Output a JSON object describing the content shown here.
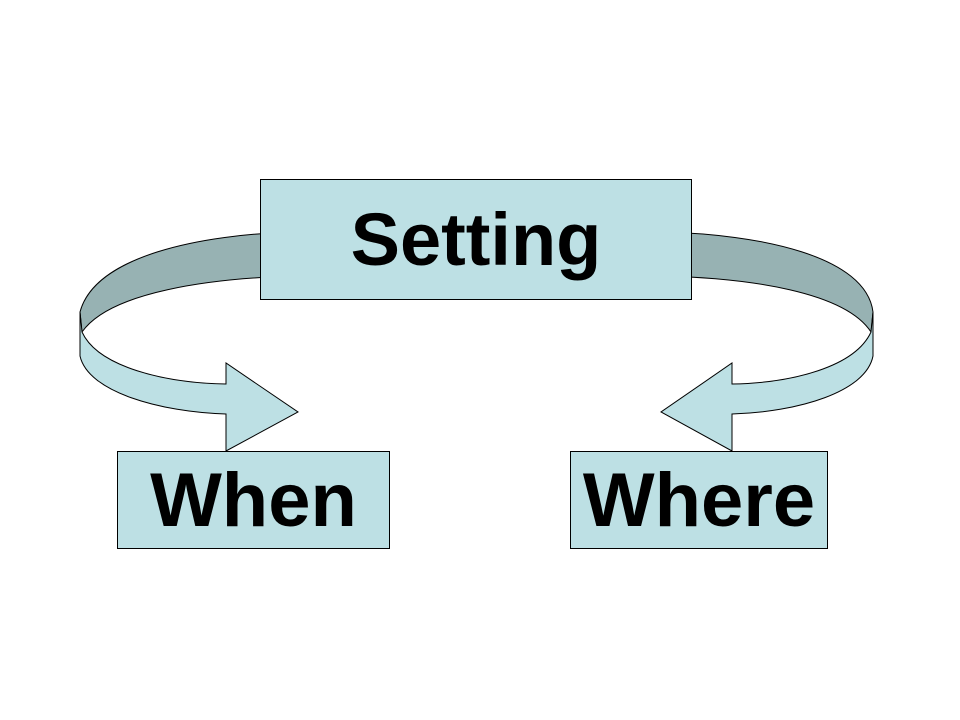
{
  "diagram": {
    "nodes": {
      "setting": {
        "label": "Setting"
      },
      "when": {
        "label": "When"
      },
      "where": {
        "label": "Where"
      }
    },
    "edges": [
      {
        "from": "Setting",
        "to": "When",
        "style": "curved-3d-arrow"
      },
      {
        "from": "Setting",
        "to": "Where",
        "style": "curved-3d-arrow"
      }
    ],
    "colors": {
      "box_fill": "#bde0e4",
      "arrow_front": "#bde0e4",
      "arrow_back": "#97b2b3",
      "outline": "#000000",
      "background": "#ffffff"
    }
  }
}
